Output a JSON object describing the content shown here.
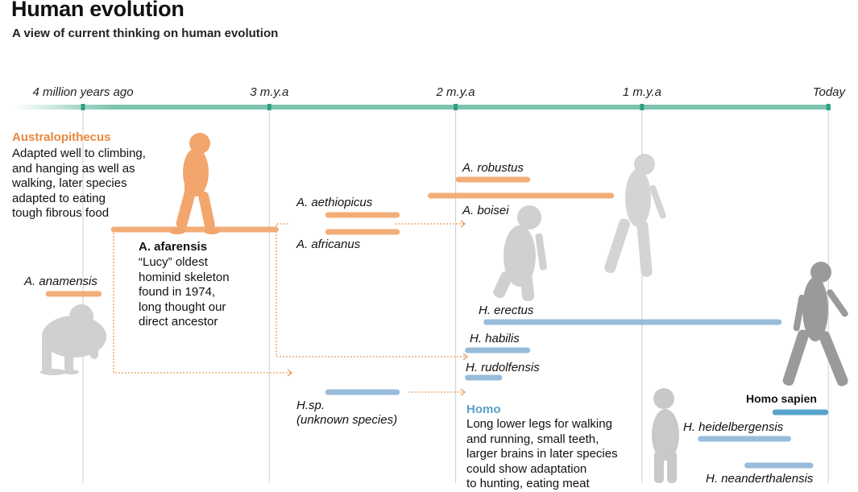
{
  "title": "Human evolution",
  "subtitle": "A view of current thinking on human evolution",
  "colors": {
    "axis": "#7dc3ad",
    "axis_tick": "#2ea082",
    "australopithecus": "#f2a66c",
    "australopithecus_title": "#e8883f",
    "homo": "#8fb6d8",
    "homo_title": "#5aa0c8",
    "homo_sapien": "#4b9cc8",
    "silhouette": "#c9c9c9",
    "silhouette_dark": "#9a9a9a",
    "connector": "#e89a5a"
  },
  "groups": {
    "australopithecus": {
      "title": "Australopithecus",
      "description": "Adapted well to climbing,\nand hanging as well as\nwalking, later species\nadapted to eating\ntough fibrous food"
    },
    "homo": {
      "title": "Homo",
      "description": "Long lower legs for walking\nand running, small teeth,\nlarger brains in later species\ncould show adaptation\nto hunting, eating meat"
    }
  },
  "notes": {
    "afarensis": {
      "title": "A. afarensis",
      "text": "“Lucy” oldest\nhominid skeleton\nfound in 1974,\nlong thought our\ndirect ancestor"
    }
  },
  "homo_sapien_label": "Homo sapien",
  "chart_data": {
    "type": "timeline",
    "x_unit": "million years ago",
    "xlim": [
      4.35,
      0
    ],
    "ticks": [
      {
        "value": 4,
        "label": "4 million years ago"
      },
      {
        "value": 3,
        "label": "3 m.y.a"
      },
      {
        "value": 2,
        "label": "2 m.y.a"
      },
      {
        "value": 1,
        "label": "1 m.y.a"
      },
      {
        "value": 0,
        "label": "Today"
      }
    ],
    "species": [
      {
        "name": "A. anamensis",
        "start": 4.2,
        "end": 3.9,
        "group": "australopithecus",
        "italic": true
      },
      {
        "name": "A. afarensis",
        "start": 3.85,
        "end": 2.95,
        "group": "australopithecus",
        "italic": false
      },
      {
        "name": "A. aethiopicus",
        "start": 2.7,
        "end": 2.3,
        "group": "australopithecus",
        "italic": true
      },
      {
        "name": "A. africanus",
        "start": 2.7,
        "end": 2.3,
        "group": "australopithecus",
        "italic": true
      },
      {
        "name": "A. robustus",
        "start": 2.0,
        "end": 1.6,
        "group": "australopithecus",
        "italic": true
      },
      {
        "name": "A. boisei",
        "start": 2.15,
        "end": 1.15,
        "group": "australopithecus",
        "italic": true
      },
      {
        "name": "H. erectus",
        "start": 1.85,
        "end": 0.25,
        "group": "homo",
        "italic": true
      },
      {
        "name": "H. habilis",
        "start": 1.95,
        "end": 1.6,
        "group": "homo",
        "italic": true
      },
      {
        "name": "H. rudolfensis",
        "start": 1.95,
        "end": 1.75,
        "group": "homo",
        "italic": true
      },
      {
        "name": "H.sp.\n(unknown species)",
        "start": 2.7,
        "end": 2.3,
        "group": "homo",
        "italic": true
      },
      {
        "name": "H. heidelbergensis",
        "start": 0.7,
        "end": 0.2,
        "group": "homo",
        "italic": true
      },
      {
        "name": "H. neanderthalensis",
        "start": 0.45,
        "end": 0.08,
        "group": "homo",
        "italic": true
      },
      {
        "name": "Homo sapien",
        "start": 0.3,
        "end": 0.0,
        "group": "homo_sapien",
        "italic": false
      }
    ]
  }
}
